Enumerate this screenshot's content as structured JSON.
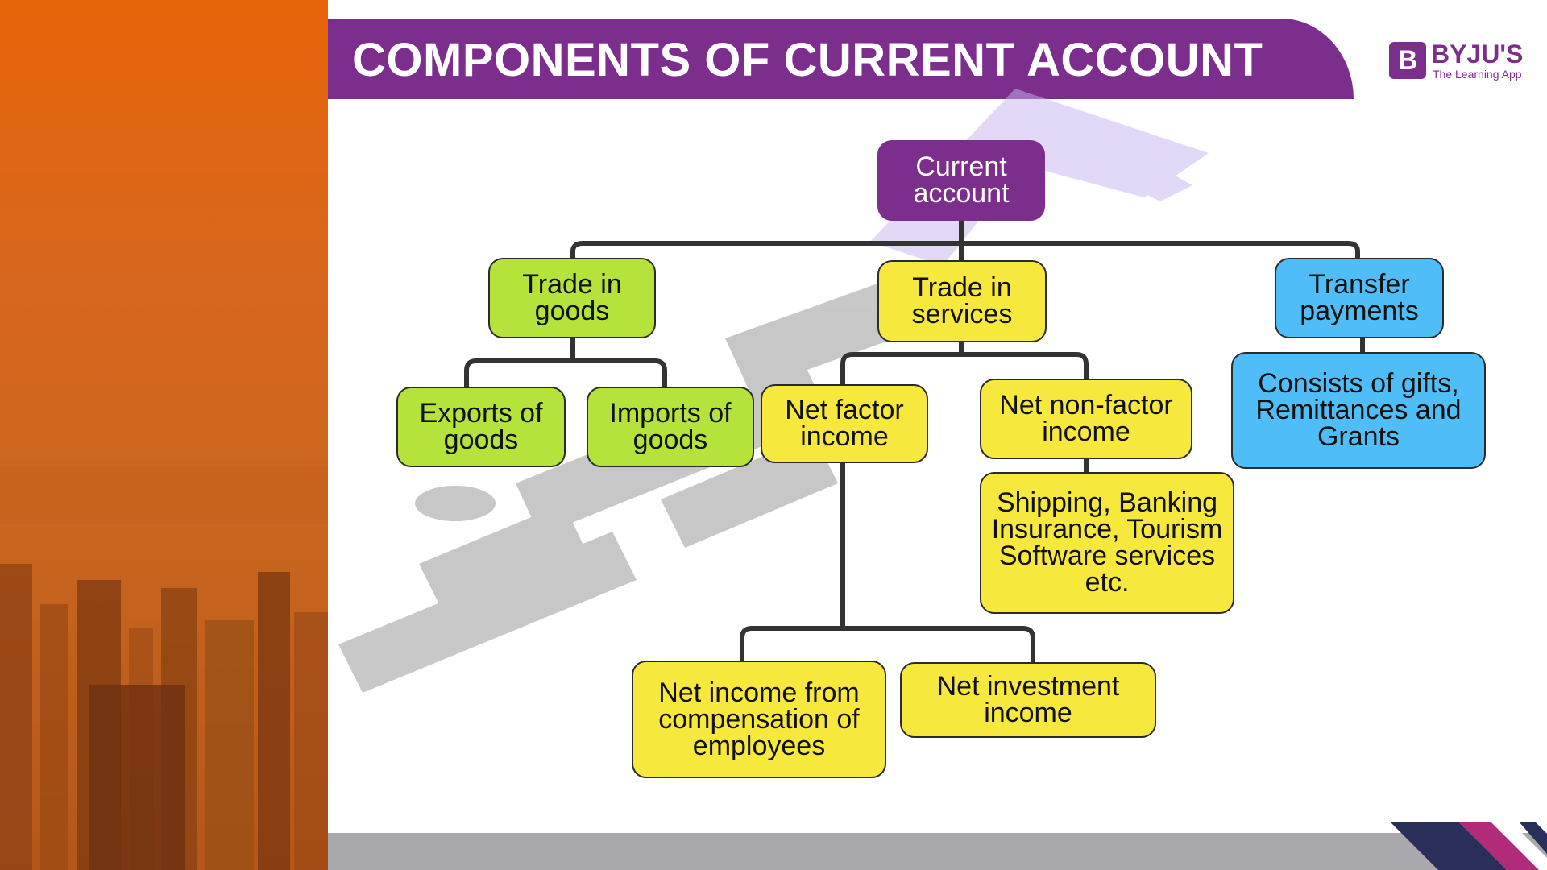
{
  "title": "COMPONENTS OF CURRENT ACCOUNT",
  "logo": {
    "name": "BYJU'S",
    "tagline": "The Learning App",
    "badge": "B"
  },
  "colors": {
    "brand_purple": "#7b2e8c",
    "goods_green": "#b5e23b",
    "services_yellow": "#f6e83c",
    "transfer_blue": "#4fbef8",
    "sidebar_orange": "#e06a15"
  },
  "diagram": {
    "root": "Current account",
    "trade_goods": "Trade in goods",
    "trade_services": "Trade in services",
    "transfer_payments": "Transfer payments",
    "exports_goods": "Exports of goods",
    "imports_goods": "Imports of goods",
    "net_factor_income": "Net factor income",
    "net_non_factor_income": "Net non-factor income",
    "transfer_detail": "Consists of gifts, Remittances and Grants",
    "non_factor_detail": "Shipping, Banking Insurance, Tourism Software services etc.",
    "compensation_income": "Net income from compensation of employees",
    "investment_income": "Net investment income"
  }
}
